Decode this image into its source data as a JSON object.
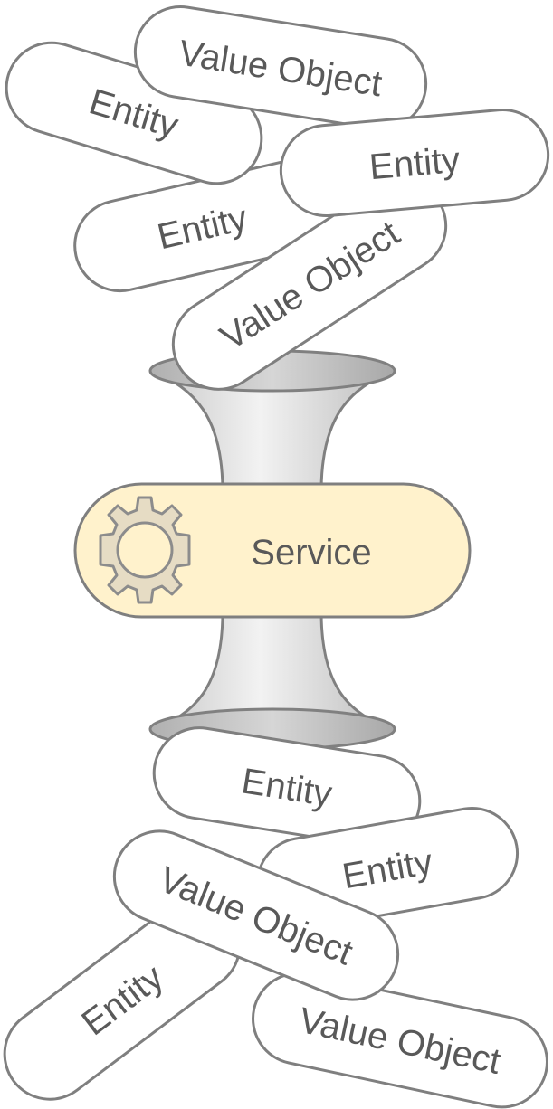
{
  "top_pills": [
    {
      "label": "Value Object"
    },
    {
      "label": "Entity"
    },
    {
      "label": "Entity"
    },
    {
      "label": "Entity"
    },
    {
      "label": "Value Object"
    }
  ],
  "service": {
    "label": "Service",
    "icon": "gear-icon",
    "fill_color": "#fff2cc",
    "icon_color": "#e6dcc4"
  },
  "bottom_pills": [
    {
      "label": "Entity"
    },
    {
      "label": "Entity"
    },
    {
      "label": "Value Object"
    },
    {
      "label": "Entity"
    },
    {
      "label": "Value Object"
    }
  ],
  "colors": {
    "pill_fill": "#ffffff",
    "pill_stroke": "#7f7f7f",
    "funnel_fill": "#d9d9d9",
    "text": "#595959"
  }
}
